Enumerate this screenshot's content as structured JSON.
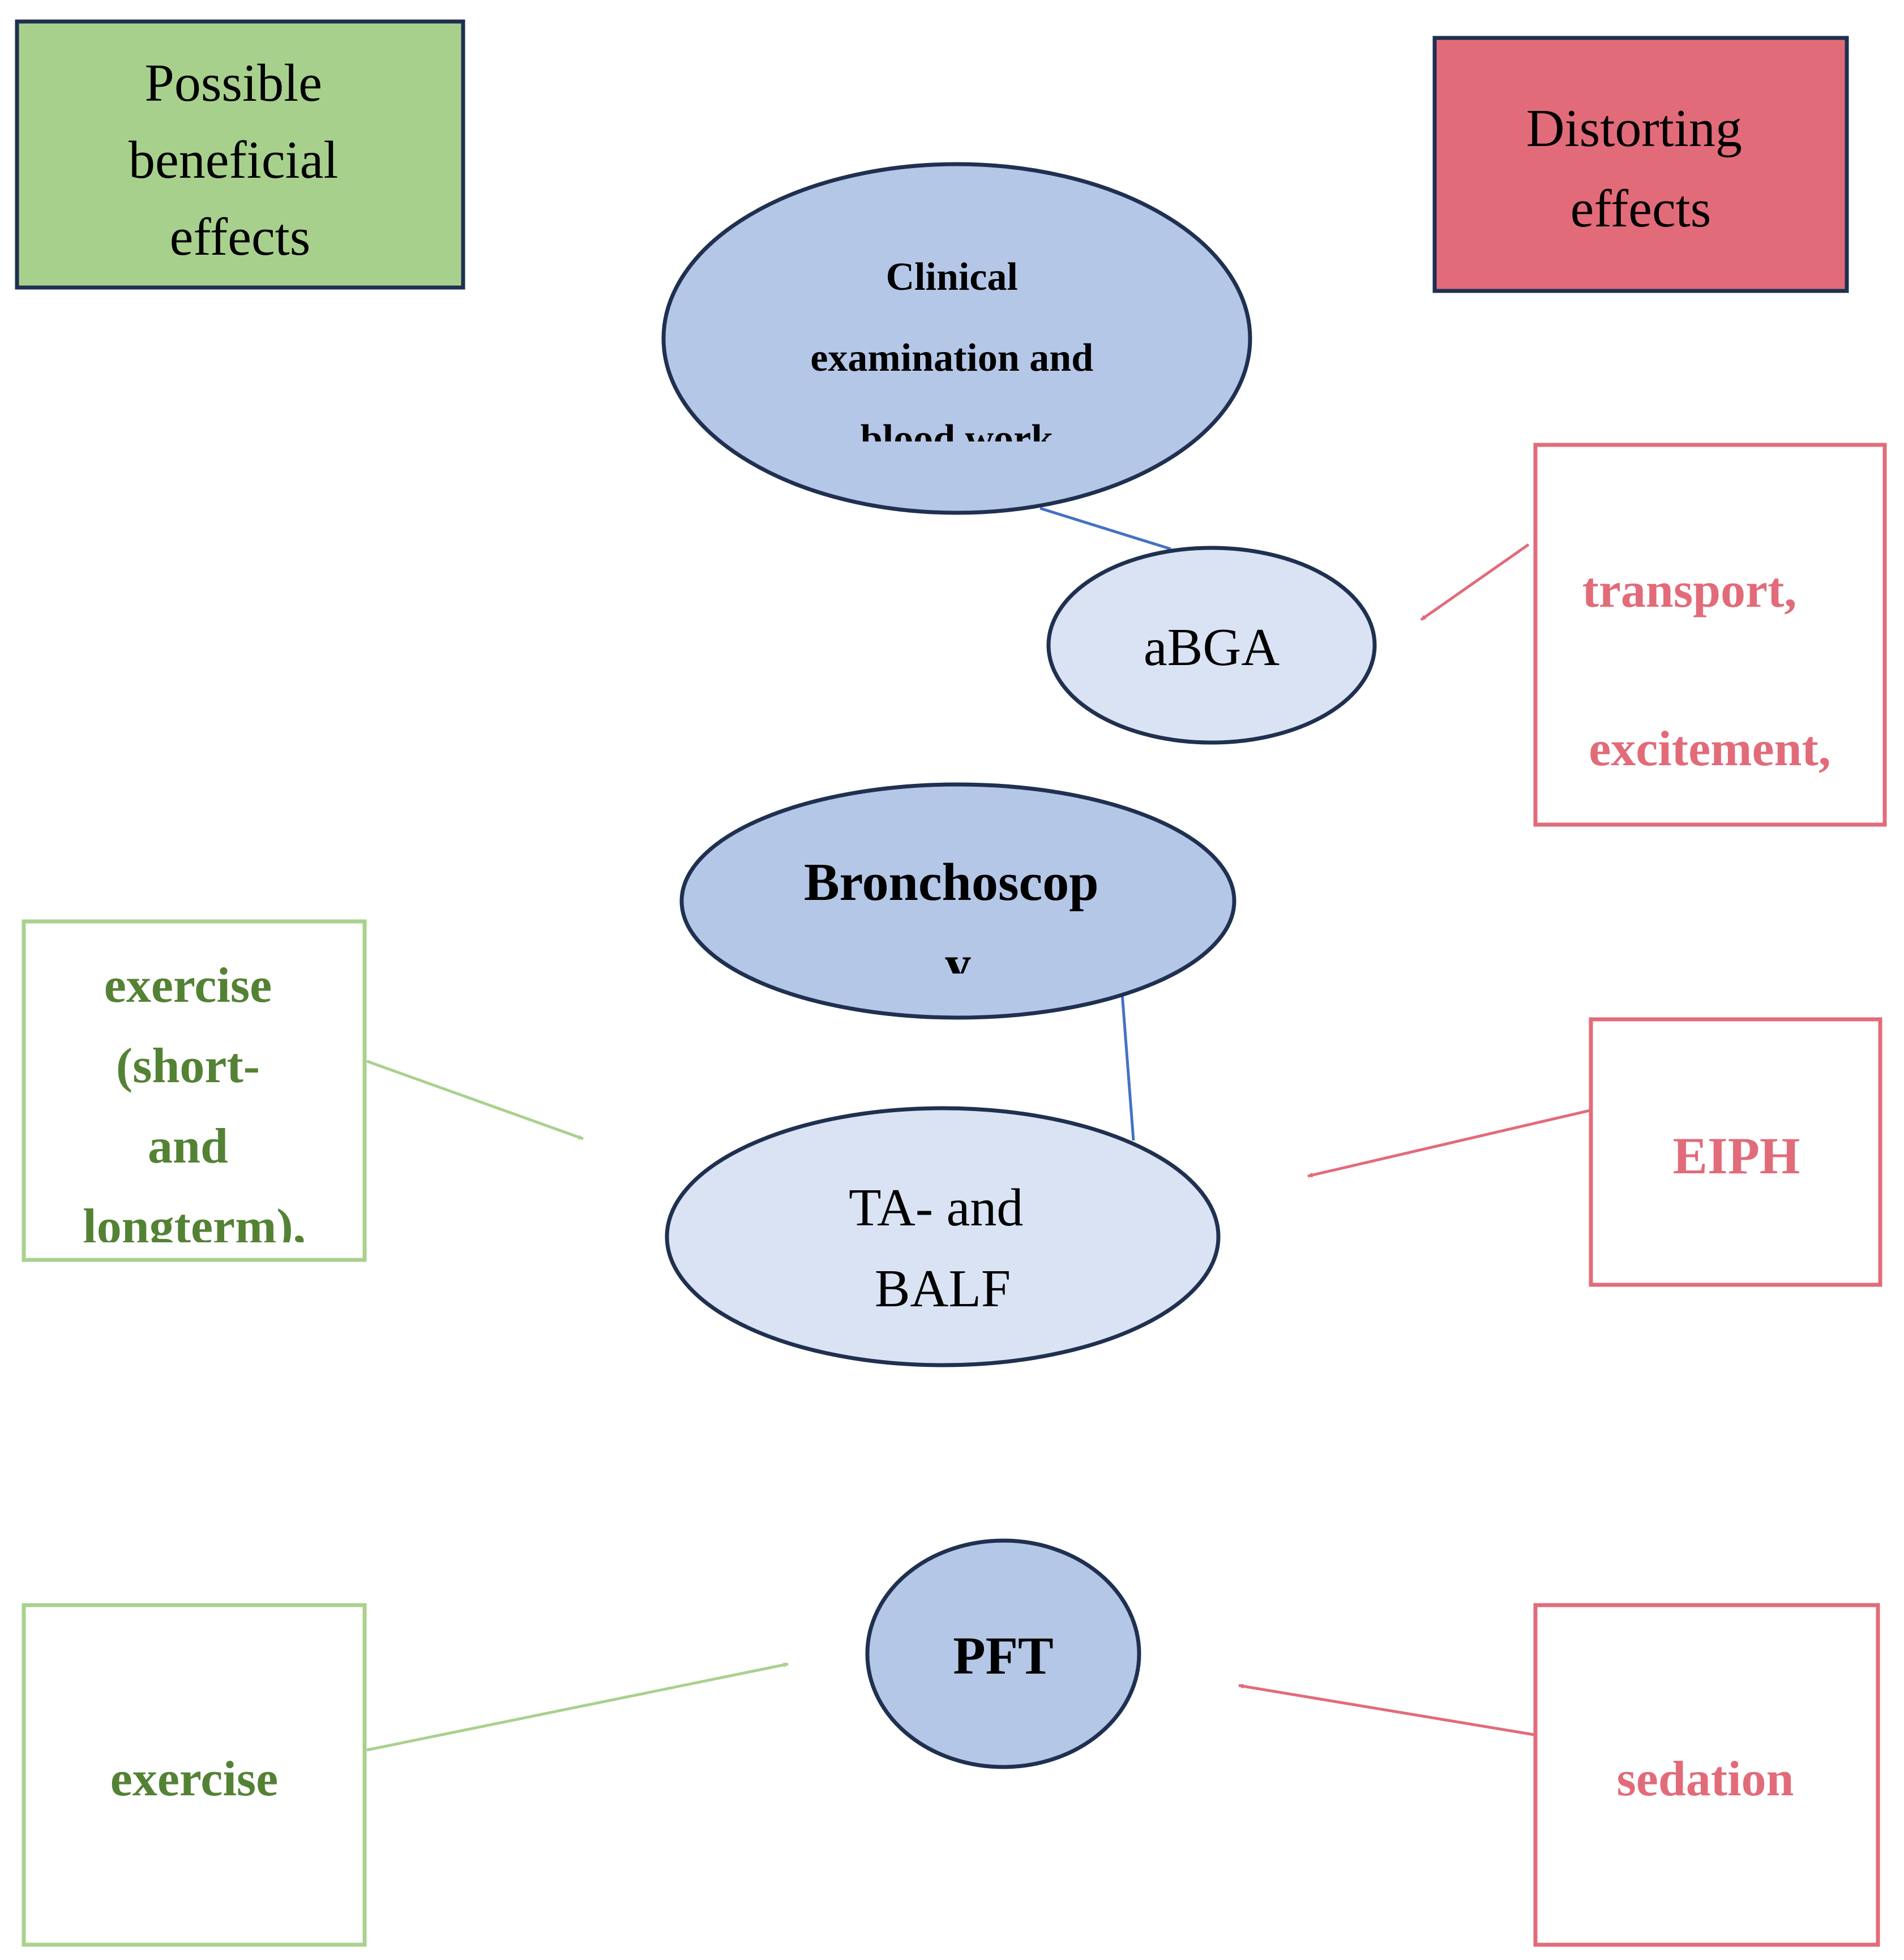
{
  "legend": {
    "beneficial": {
      "lines": [
        "Possible",
        "beneficial",
        "effects"
      ],
      "fill": "#a8d08d",
      "stroke": "#1f3050"
    },
    "distorting": {
      "lines": [
        "Distorting",
        "effects"
      ],
      "fill": "#e26b7a",
      "stroke": "#1f3050"
    }
  },
  "nodes": {
    "clinical": {
      "lines": [
        "Clinical",
        "examination and",
        "blood work"
      ]
    },
    "abga": {
      "label": "aBGA"
    },
    "bronchoscopy": {
      "lines": [
        "Bronchoscop",
        "y"
      ]
    },
    "ta_balf": {
      "lines": [
        "TA- and",
        "BALF"
      ]
    },
    "pft": {
      "label": "PFT"
    }
  },
  "effects": {
    "transport": {
      "lines": [
        "transport,",
        "excitement,"
      ]
    },
    "exercise_long": {
      "lines": [
        "exercise",
        "(short-",
        "and",
        "longterm),"
      ]
    },
    "eiph": {
      "label": "EIPH"
    },
    "exercise": {
      "label": "exercise"
    },
    "sedation": {
      "label": "sedation"
    }
  },
  "colors": {
    "node_dark": "#b4c7e7",
    "node_light": "#dae3f3",
    "node_stroke": "#1f3050",
    "connector": "#4472c4",
    "green_border": "#a9d18e",
    "green_text": "#548235",
    "red_border": "#e26b7a",
    "red_text": "#e26b7a"
  }
}
